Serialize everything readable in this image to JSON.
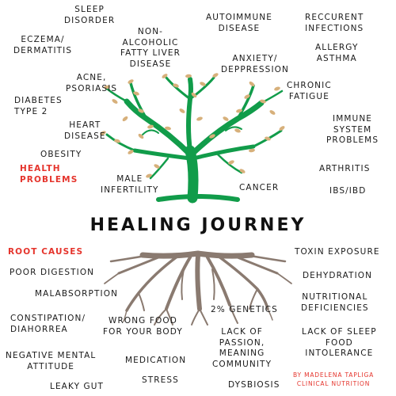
{
  "title": "HEALING JOURNEY",
  "health_heading": "HEALTH\nPROBLEMS",
  "root_heading": "ROOT CAUSES",
  "credit": "BY MADELENA TAPLIGA\nCLINICAL NUTRITION",
  "colors": {
    "tree": "#119c4a",
    "leaf": "#d7b07b",
    "roots": "#8a7a70",
    "accent": "#e5342c"
  },
  "health_problems": [
    "SLEEP\nDISORDER",
    "ECZEMA/\nDERMATITIS",
    "NON-\nALCOHOLIC\nFATTY LIVER\nDISEASE",
    "AUTOIMMUNE\nDISEASE",
    "RECCURENT\nINFECTIONS",
    "ALLERGY\nASTHMA",
    "ANXIETY/\nDEPPRESSION",
    "ACNE,\nPSORIASIS",
    "CHRONIC\nFATIGUE",
    "DIABETES\nTYPE 2",
    "HEART\nDISEASE",
    "IMMUNE\nSYSTEM\nPROBLEMS",
    "OBESITY",
    "ARTHRITIS",
    "MALE\nINFERTILITY",
    "CANCER",
    "IBS/IBD"
  ],
  "root_causes": [
    "TOXIN EXPOSURE",
    "POOR DIGESTION",
    "DEHYDRATION",
    "MALABSORPTION",
    "NUTRITIONAL\nDEFICIENCIES",
    "2% GENETICS",
    "CONSTIPATION/\nDIAHORREA",
    "WRONG FOOD\nFOR YOUR BODY",
    "LACK OF\nPASSION,\nMEANING\nCOMMUNITY",
    "LACK OF SLEEP\nFOOD\nINTOLERANCE",
    "NEGATIVE MENTAL\nATTITUDE",
    "MEDICATION",
    "STRESS",
    "LEAKY GUT",
    "DYSBIOSIS"
  ]
}
